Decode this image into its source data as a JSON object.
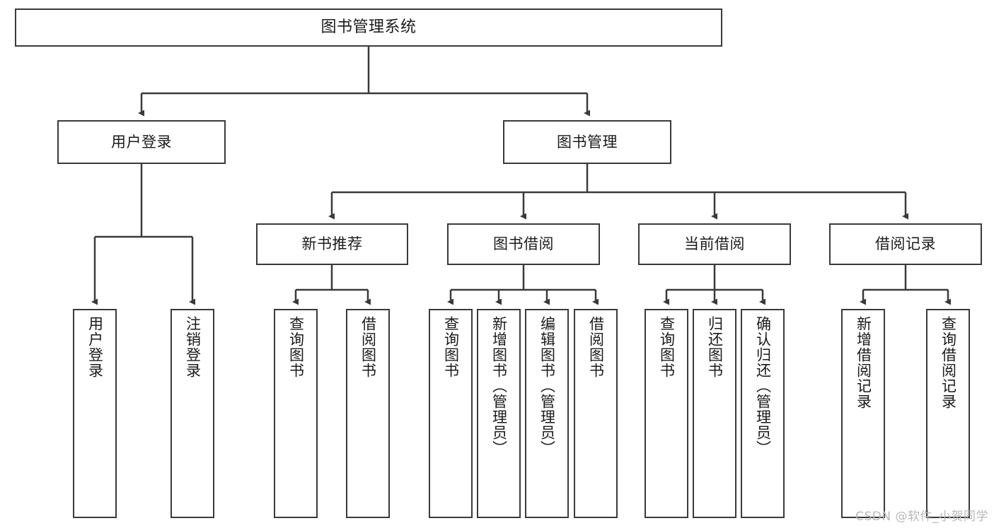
{
  "diagram": {
    "title": "图书管理系统",
    "watermark": "CSDN @软件_小贺同学",
    "colors": {
      "stroke": "#3a3a3a",
      "fill": "#ffffff",
      "text": "#1b1b1b",
      "watermark": "#b8b8b8"
    },
    "root": {
      "label": "图书管理系统"
    },
    "level2": [
      {
        "label": "用户登录"
      },
      {
        "label": "图书管理"
      }
    ],
    "level3": [
      {
        "label": "新书推荐"
      },
      {
        "label": "图书借阅"
      },
      {
        "label": "当前借阅"
      },
      {
        "label": "借阅记录"
      }
    ],
    "leaves": {
      "user_login": [
        {
          "label": "用户登录"
        },
        {
          "label": "注销登录"
        }
      ],
      "new_book_recommend": [
        {
          "label": "查询图书"
        },
        {
          "label": "借阅图书"
        }
      ],
      "book_borrow": [
        {
          "label": "查询图书"
        },
        {
          "label": "新增图书（管理员）"
        },
        {
          "label": "编辑图书（管理员）"
        },
        {
          "label": "借阅图书"
        }
      ],
      "current_borrow": [
        {
          "label": "查询图书"
        },
        {
          "label": "归还图书"
        },
        {
          "label": "确认归还（管理员）"
        }
      ],
      "borrow_record": [
        {
          "label": "新增借阅记录"
        },
        {
          "label": "查询借阅记录"
        }
      ]
    }
  }
}
